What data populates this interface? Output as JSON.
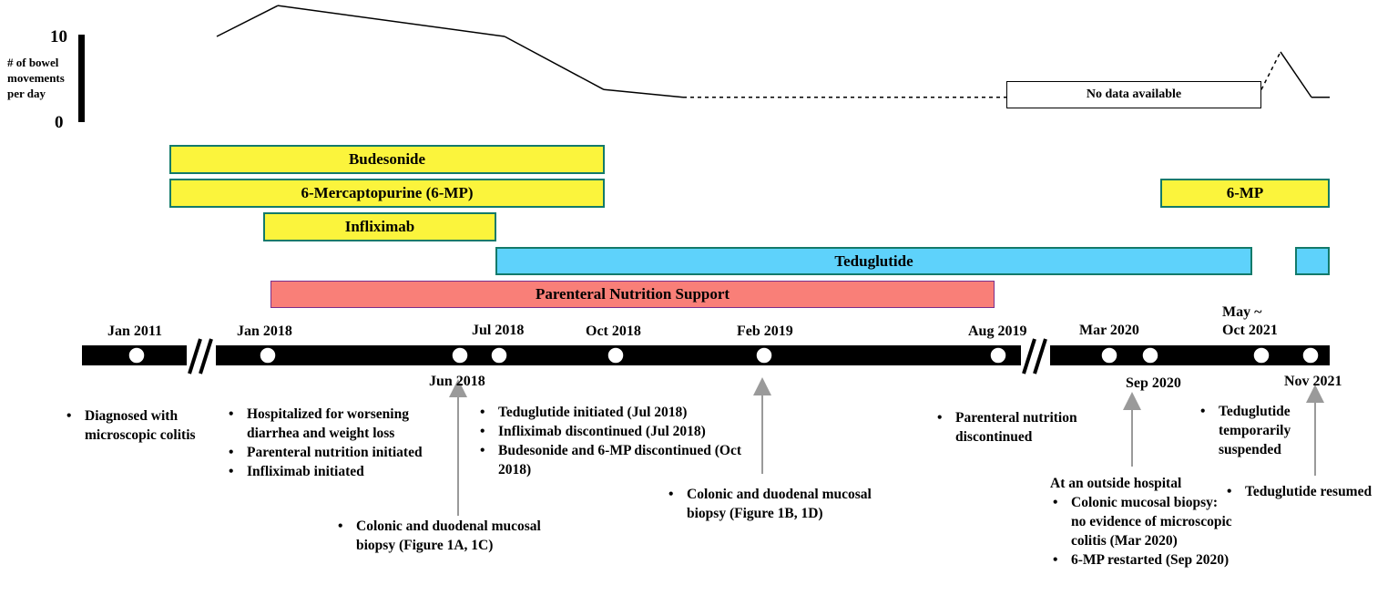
{
  "chart_data": {
    "type": "line",
    "y_axis": {
      "min_label": "0",
      "max_label": "10",
      "label": "# of bowel movements per day",
      "ylim": [
        0,
        10
      ]
    },
    "series": [
      {
        "values": [
          10.0,
          13.6,
          10.0,
          3.8,
          2.9
        ]
      },
      {
        "values": [
          3.8,
          8.2,
          2.9,
          2.9
        ]
      }
    ],
    "no_data_label": "No data available"
  },
  "therapies": [
    {
      "label": "Budesonide",
      "color": "#fbf43c"
    },
    {
      "label": "6-Mercaptopurine (6-MP)",
      "color": "#fbf43c"
    },
    {
      "label": "6-MP",
      "color": "#fbf43c"
    },
    {
      "label": "Infliximab",
      "color": "#fbf43c"
    },
    {
      "label": "Teduglutide",
      "color": "#5ed2fb"
    },
    {
      "label": "",
      "color": "#5ed2fb"
    },
    {
      "label": "Parenteral Nutrition Support",
      "color": "#f97f78"
    }
  ],
  "dates_top": [
    "Jan 2011",
    "Jan 2018",
    "Jul 2018",
    "Oct 2018",
    "Feb 2019",
    "Aug 2019",
    "Mar 2020",
    "May ~",
    "Oct 2021"
  ],
  "dates_bottom": [
    "Jun 2018",
    "Sep 2020",
    "Nov 2021"
  ],
  "annotations": {
    "a1": [
      "Diagnosed with microscopic colitis"
    ],
    "a2": [
      "Hospitalized for worsening diarrhea and weight loss",
      "Parenteral nutrition initiated",
      "Infliximab initiated"
    ],
    "a3": [
      "Colonic and duodenal mucosal biopsy (Figure 1A, 1C)"
    ],
    "a4": [
      "Teduglutide initiated (Jul 2018)",
      "Infliximab discontinued (Jul 2018)",
      "Budesonide and 6-MP discontinued (Oct 2018)"
    ],
    "a5": [
      "Colonic and duodenal mucosal biopsy (Figure 1B, 1D)"
    ],
    "a6": [
      "Parenteral nutrition discontinued"
    ],
    "a7_header": "At an outside hospital",
    "a7": [
      "Colonic mucosal biopsy: no evidence of microscopic colitis (Mar 2020)",
      "6-MP restarted (Sep 2020)"
    ],
    "a8": [
      "Teduglutide temporarily suspended"
    ],
    "a9": [
      "Teduglutide resumed"
    ]
  }
}
